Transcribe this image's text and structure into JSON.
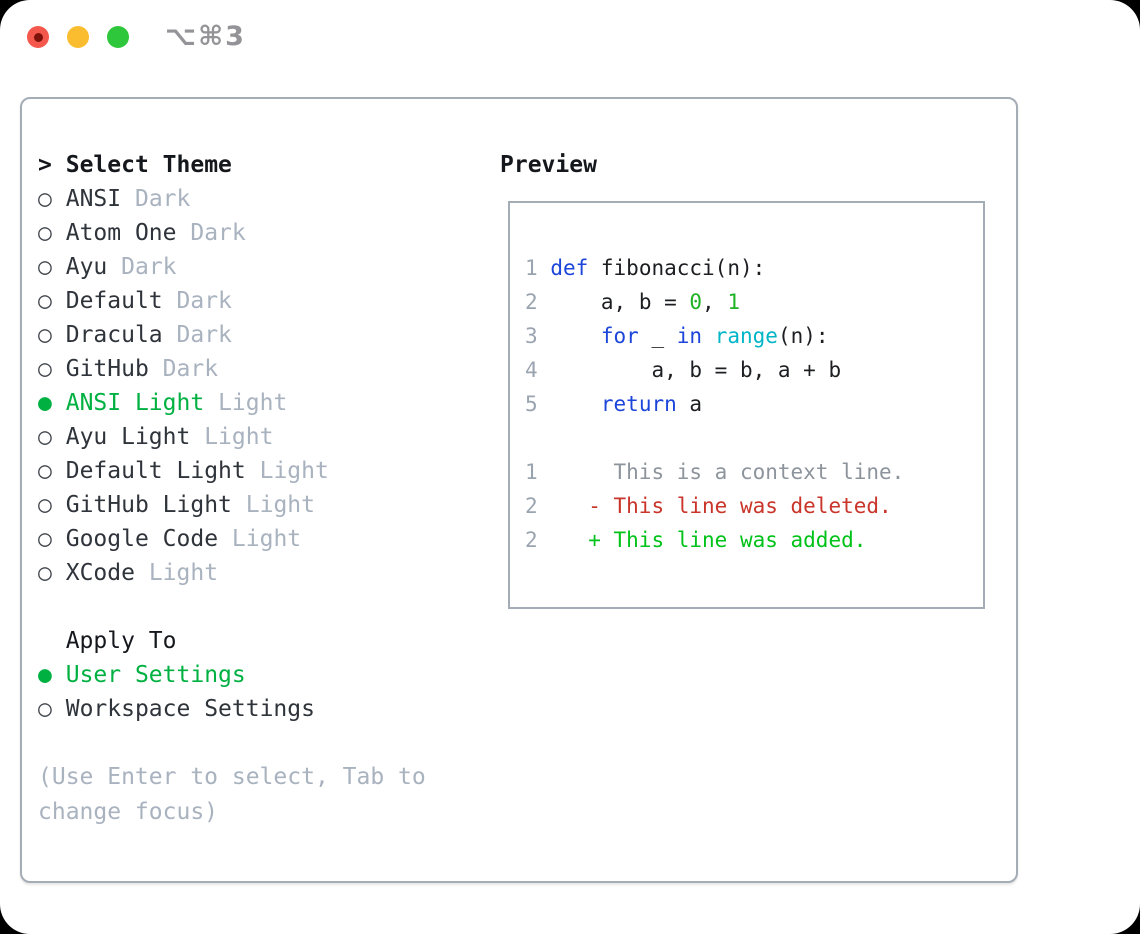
{
  "window": {
    "title": "⌥⌘3"
  },
  "icons": {
    "prompt": ">",
    "radio_selected": "●",
    "radio_unselected": "○"
  },
  "theme_selector": {
    "prompt": ">",
    "title": "Select Theme",
    "items": [
      {
        "name": "ANSI",
        "variant": "Dark",
        "selected": false
      },
      {
        "name": "Atom One",
        "variant": "Dark",
        "selected": false
      },
      {
        "name": "Ayu",
        "variant": "Dark",
        "selected": false
      },
      {
        "name": "Default",
        "variant": "Dark",
        "selected": false
      },
      {
        "name": "Dracula",
        "variant": "Dark",
        "selected": false
      },
      {
        "name": "GitHub",
        "variant": "Dark",
        "selected": false
      },
      {
        "name": "ANSI Light",
        "variant": "Light",
        "selected": true
      },
      {
        "name": "Ayu Light",
        "variant": "Light",
        "selected": false
      },
      {
        "name": "Default Light",
        "variant": "Light",
        "selected": false
      },
      {
        "name": "GitHub Light",
        "variant": "Light",
        "selected": false
      },
      {
        "name": "Google Code",
        "variant": "Light",
        "selected": false
      },
      {
        "name": "XCode",
        "variant": "Light",
        "selected": false
      }
    ]
  },
  "apply_to": {
    "title": "Apply To",
    "options": [
      {
        "label": "User Settings",
        "selected": true
      },
      {
        "label": "Workspace Settings",
        "selected": false
      }
    ]
  },
  "help_text": "(Use Enter to select, Tab to change focus)",
  "preview": {
    "title": "Preview",
    "code": {
      "language": "python",
      "lines": [
        {
          "num": "1",
          "tokens": [
            {
              "type": "keyword",
              "text": "def"
            },
            {
              "type": "plain",
              "text": " fibonacci(n):"
            }
          ]
        },
        {
          "num": "2",
          "tokens": [
            {
              "type": "plain",
              "text": "    a, b = "
            },
            {
              "type": "number",
              "text": "0"
            },
            {
              "type": "plain",
              "text": ", "
            },
            {
              "type": "number",
              "text": "1"
            }
          ]
        },
        {
          "num": "3",
          "tokens": [
            {
              "type": "plain",
              "text": "    "
            },
            {
              "type": "keyword",
              "text": "for"
            },
            {
              "type": "plain",
              "text": " _ "
            },
            {
              "type": "keyword",
              "text": "in"
            },
            {
              "type": "plain",
              "text": " "
            },
            {
              "type": "builtin",
              "text": "range"
            },
            {
              "type": "plain",
              "text": "(n):"
            }
          ]
        },
        {
          "num": "4",
          "tokens": [
            {
              "type": "plain",
              "text": "        a, b = b, a + b"
            }
          ]
        },
        {
          "num": "5",
          "tokens": [
            {
              "type": "plain",
              "text": "    "
            },
            {
              "type": "keyword",
              "text": "return"
            },
            {
              "type": "plain",
              "text": " a"
            }
          ]
        }
      ]
    },
    "diff": {
      "lines": [
        {
          "num": "1",
          "prefix": "      ",
          "text": "This is a context line.",
          "type": "context"
        },
        {
          "num": "2",
          "prefix": "    - ",
          "text": "This line was deleted.",
          "type": "deleted"
        },
        {
          "num": "2",
          "prefix": "    + ",
          "text": "This line was added.",
          "type": "added"
        }
      ]
    }
  },
  "colors": {
    "ink": "#14171c",
    "code_ink": "#1c1e22",
    "text_primary": "#2f343b",
    "text_secondary": "#43484f",
    "muted_gray": "#a9b2bf",
    "border_gray": "#a4adb6",
    "title_gray": "#939398",
    "selected_green": "#00b142",
    "keyword_blue": "#1c45d9",
    "builtin_cyan": "#00b5c8",
    "number_green": "#1fb224",
    "diff_added_green": "#00c219",
    "diff_deleted_red": "#c9352a",
    "context_gray": "#8d949c",
    "line_number_gray": "#9aa4b0",
    "light_red": "#f4574c",
    "light_yellow": "#fabd2f",
    "light_green": "#2ec73b"
  }
}
